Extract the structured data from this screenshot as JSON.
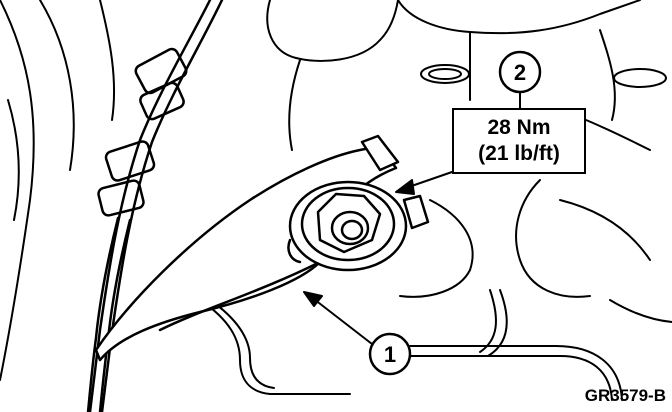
{
  "callouts": {
    "one": "1",
    "two": "2"
  },
  "torque": {
    "metric": "28 Nm",
    "imperial": "(21 lb/ft)"
  },
  "reference_code": "GR3579-B",
  "colors": {
    "ink": "#000000",
    "paper": "#ffffff"
  }
}
